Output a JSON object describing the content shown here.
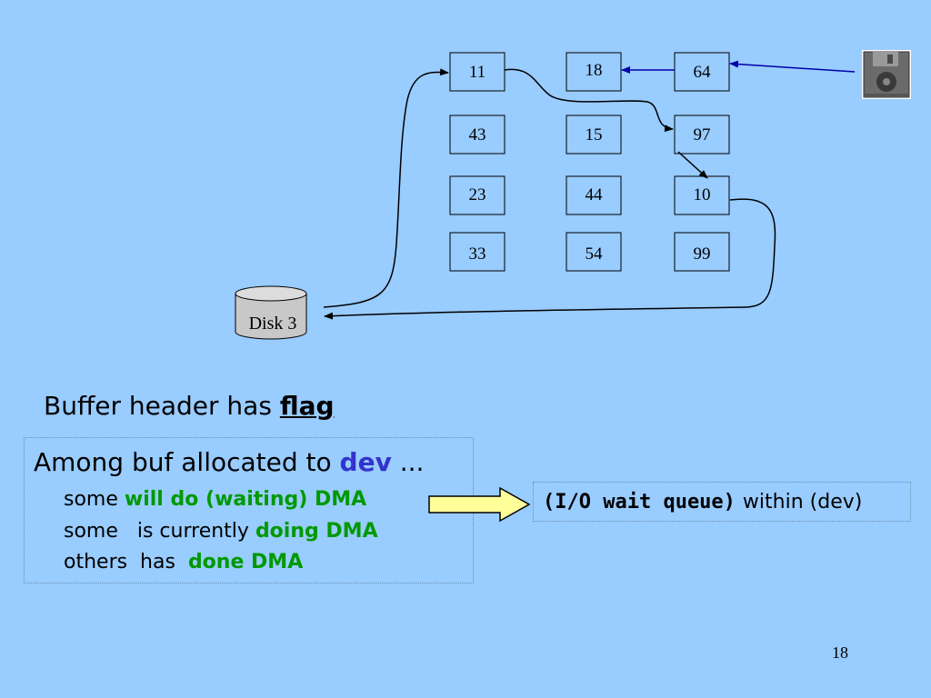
{
  "diagram": {
    "buffers": {
      "b11": "11",
      "b18": "18",
      "b64": "64",
      "b43": "43",
      "b15": "15",
      "b97": "97",
      "b23": "23",
      "b44": "44",
      "b10": "10",
      "b33": "33",
      "b54": "54",
      "b99": "99"
    },
    "disk_label": "Disk 3",
    "floppy_icon": "floppy-disk-icon"
  },
  "heading": {
    "prefix": "Buffer header has ",
    "flag": "flag"
  },
  "dma_box": {
    "intro_prefix": "Among buf allocated to ",
    "intro_dev": "dev",
    "intro_suffix": " ...",
    "line1_prefix": "some ",
    "line1_highlight": "will do (waiting) DMA",
    "line2_prefix": "some   is currently ",
    "line2_highlight": "doing DMA",
    "line3_prefix": "others  has  ",
    "line3_highlight": "done DMA"
  },
  "wait_box": {
    "bold": "(I/O wait queue)",
    "rest": "within (dev)"
  },
  "page_number": "18",
  "colors": {
    "background": "#99ccff",
    "dev": "#3333cc",
    "highlight": "#009900",
    "arrow_fill": "#ffff99",
    "pointer_blue": "#0000aa"
  }
}
